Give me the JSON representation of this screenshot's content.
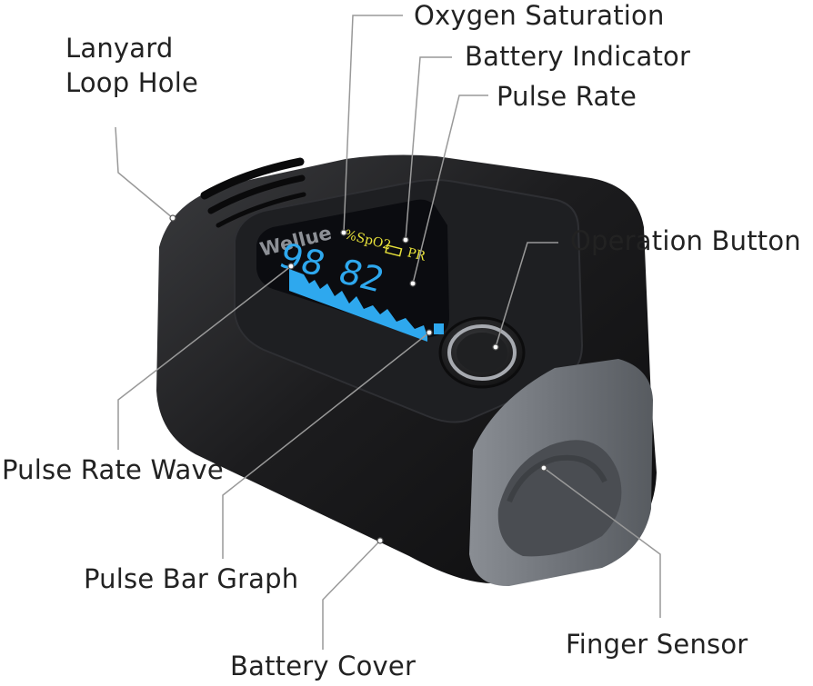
{
  "labels": {
    "lanyard_line1": "Lanyard",
    "lanyard_line2": "Loop Hole",
    "oxygen": "Oxygen Saturation",
    "battery_indicator": "Battery Indicator",
    "pulse_rate": "Pulse Rate",
    "operation_button": "Operation Button",
    "pulse_rate_wave": "Pulse Rate Wave",
    "pulse_bar_graph": "Pulse Bar Graph",
    "finger_sensor": "Finger Sensor",
    "battery_cover": "Battery Cover"
  },
  "device": {
    "brand": "Wellue",
    "spo2_unit": "%SpO2",
    "pr_unit": "PR",
    "spo2_value": "98",
    "pr_value": "82",
    "body_color": "#1c1c1e",
    "sensor_color": "#6f7379",
    "screen_color": "#0b0c10",
    "digit_color": "#2ea8ee",
    "unit_color": "#e8e23a"
  },
  "pulse_bar": {
    "level": 0.4
  }
}
